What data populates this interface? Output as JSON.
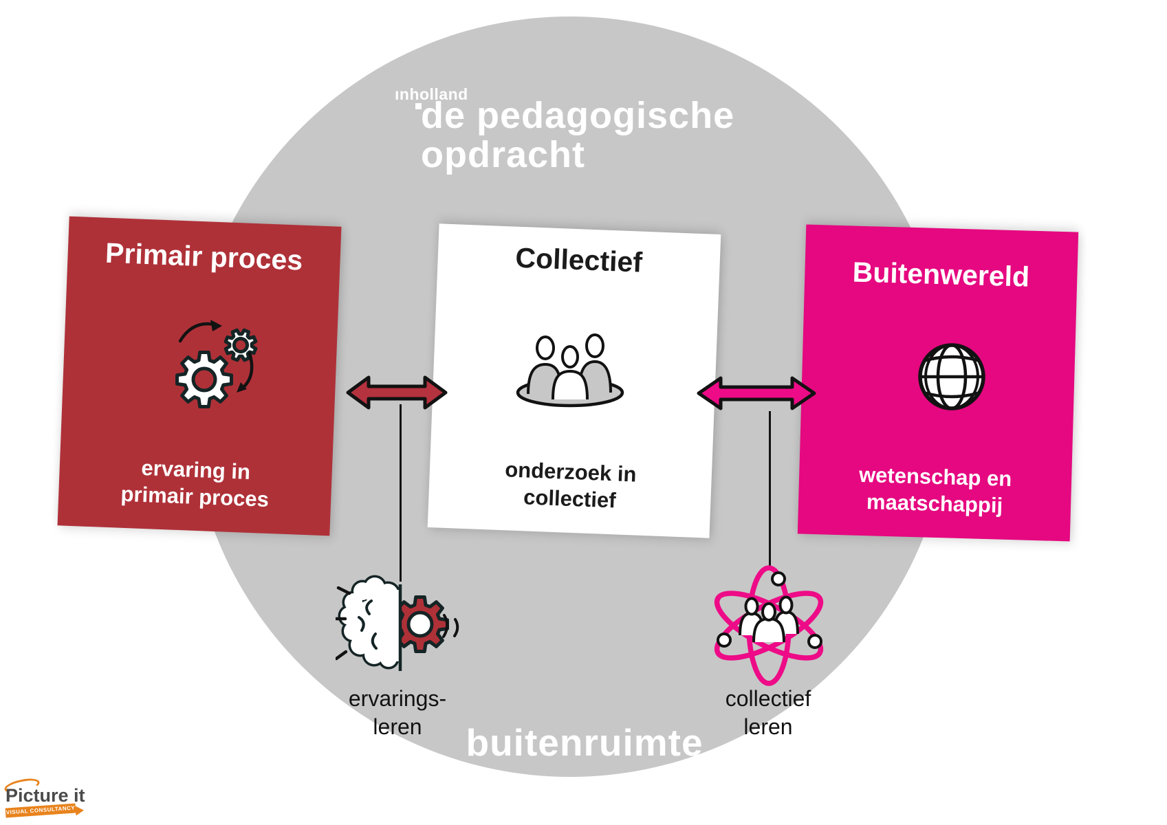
{
  "brand": {
    "logo": "ınholland",
    "credit_title": "Picture it",
    "credit_subtitle": "VISUAL CONSULTANCY"
  },
  "title": {
    "line1": "de pedagogische",
    "line2": "opdracht"
  },
  "footer_label": "buitenruimte",
  "boxes": {
    "primair": {
      "title": "Primair proces",
      "caption1": "ervaring in",
      "caption2": "primair proces",
      "color": "#af3138"
    },
    "collectief": {
      "title": "Collectief",
      "caption1": "onderzoek in",
      "caption2": "collectief",
      "color": "#ffffff"
    },
    "buitenwereld": {
      "title": "Buitenwereld",
      "caption1": "wetenschap en",
      "caption2": "maatschappij",
      "color": "#e50880"
    }
  },
  "labels": {
    "left": {
      "line1": "ervarings-",
      "line2": "leren"
    },
    "right": {
      "line1": "collectief",
      "line2": "leren"
    }
  },
  "icons": {
    "gears": "gears-icon",
    "people": "group-icon",
    "globe": "globe-icon",
    "brain_gear": "brain-gear-icon",
    "atom_people": "atom-people-icon"
  },
  "colors": {
    "gray": "#c7c7c7",
    "red": "#af3138",
    "arrowred": "#b5323f",
    "magenta": "#e50880",
    "arrowpink": "#ee0b87",
    "ink": "#152425",
    "orange": "#e8831d"
  }
}
